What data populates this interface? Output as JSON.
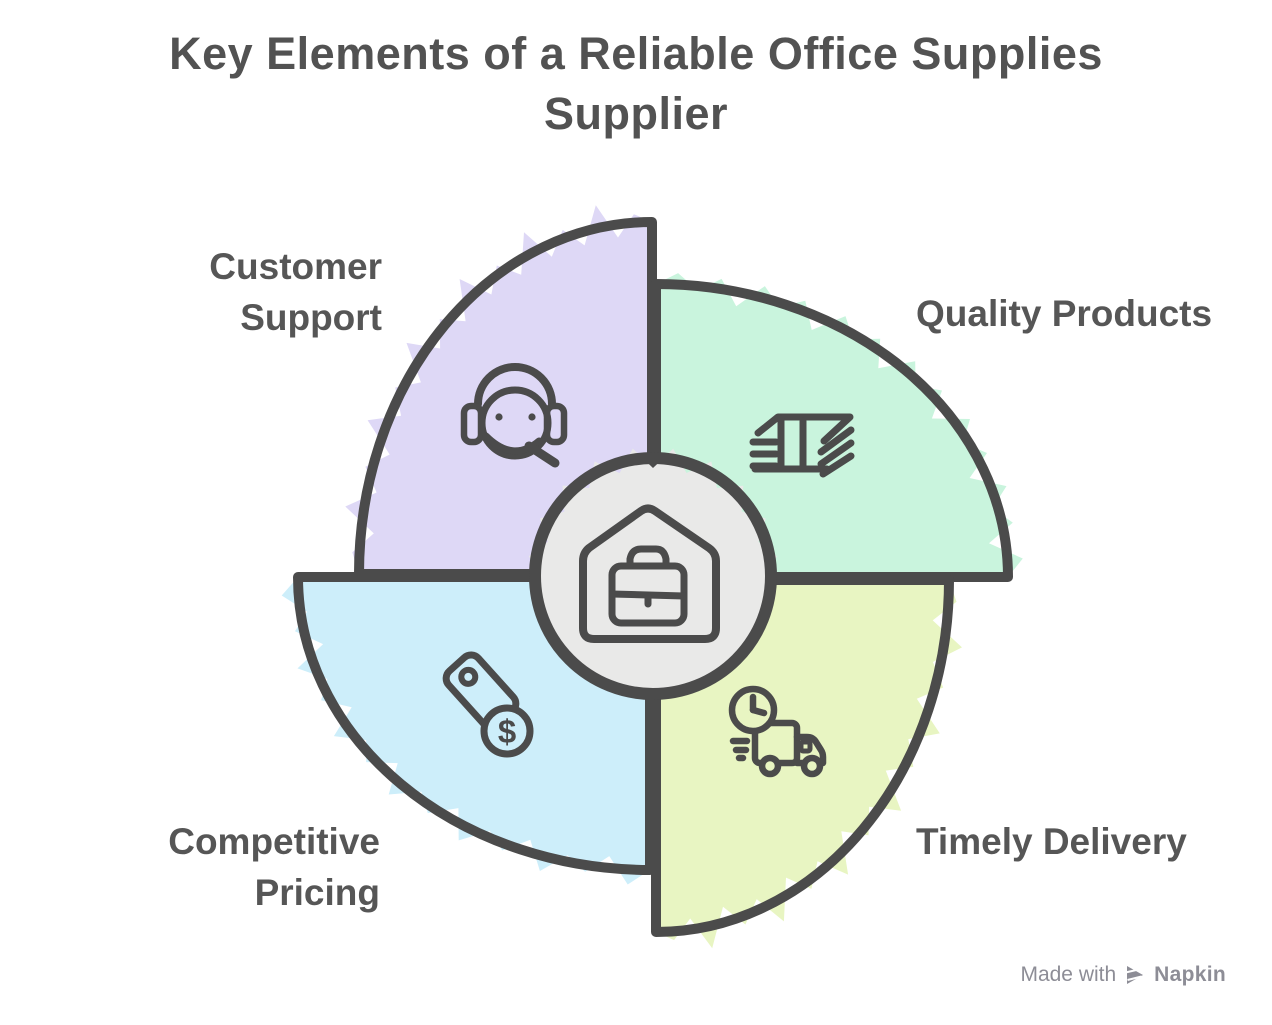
{
  "title": {
    "line1": "Key Elements of a Reliable Office Supplies",
    "line2": "Supplier"
  },
  "title_color": "#525252",
  "label_color": "#565656",
  "diagram": {
    "stroke_color": "#4b4b4b",
    "center_fill": "#e9e9e8",
    "center_icon": "storefront-briefcase-icon"
  },
  "sectors": [
    {
      "name": "Customer Support",
      "lines": [
        "Customer",
        "Support"
      ],
      "color": "#ded8f6",
      "icon": "customer-support-headset-icon"
    },
    {
      "name": "Quality Products",
      "lines": [
        "Quality Products"
      ],
      "color": "#c9f4dd",
      "icon": "money-stack-icon"
    },
    {
      "name": "Competitive Pricing",
      "lines": [
        "Competitive",
        "Pricing"
      ],
      "color": "#cdeefa",
      "icon": "price-tag-dollar-icon",
      "badge": "$"
    },
    {
      "name": "Timely Delivery",
      "lines": [
        "Timely Delivery"
      ],
      "color": "#e8f5c2",
      "icon": "clock-delivery-truck-icon"
    }
  ],
  "footer": {
    "made_with": "Made with",
    "brand": "Napkin",
    "color": "#8d8d96"
  }
}
